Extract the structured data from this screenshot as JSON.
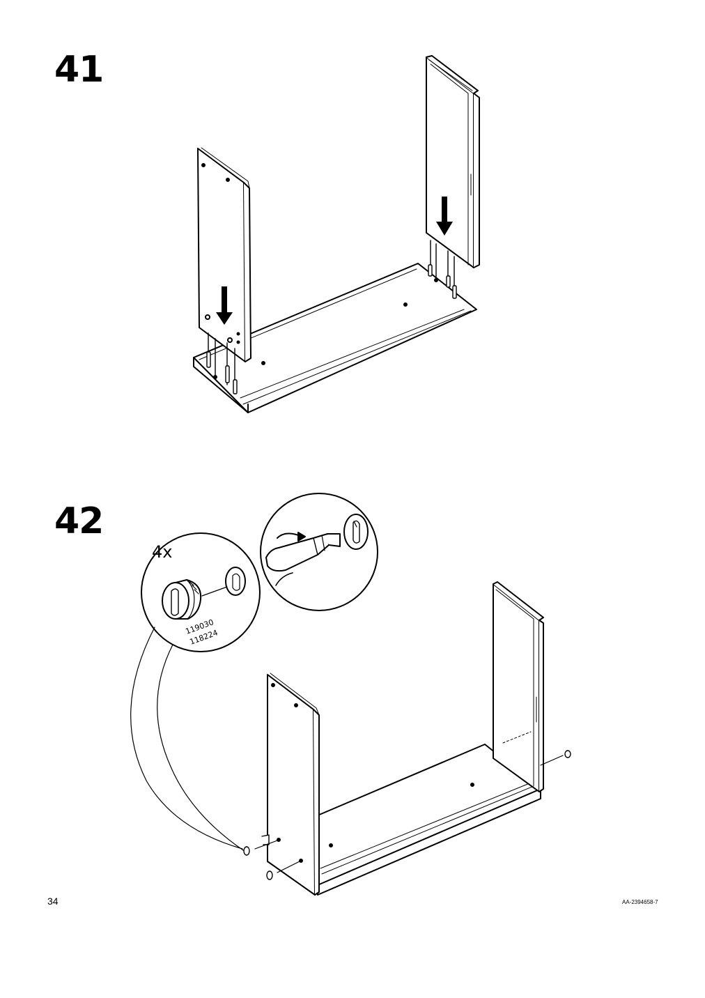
{
  "steps": [
    {
      "number": "41"
    },
    {
      "number": "42",
      "callout": {
        "quantity": "4x",
        "part_numbers": [
          "119030",
          "118224"
        ]
      }
    }
  ],
  "footer": {
    "page_number": "34",
    "doc_code": "AA-2394658-7"
  }
}
